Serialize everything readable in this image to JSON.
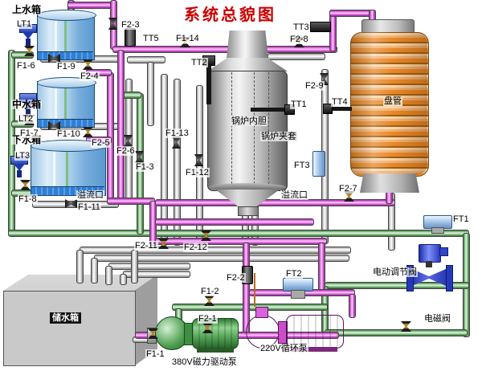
{
  "title": "系统总貌图",
  "colors": {
    "title": "#cc0000",
    "hot_pipe": "#ee7bee",
    "cold_pipe": "#8cc48c",
    "gray_pipe": "#cfcfcf",
    "tank_fill": "#7fb3e0",
    "coil_fill": "#ef9440",
    "pump_380v": "#3aa53a",
    "pump_220v": "#e35ae3",
    "valve_blue": "#2e3fd0"
  },
  "vessels": {
    "upper_tank": {
      "label": "上水箱",
      "level_tag": "LT1"
    },
    "middle_tank": {
      "label": "中水箱",
      "level_tag": "LT2"
    },
    "lower_tank": {
      "label": "下水箱",
      "level_tag": "LT3"
    },
    "storage_tank": {
      "label": "储水箱"
    },
    "boiler": {
      "inner_label": "锅炉内胆",
      "jacket_label": "锅炉夹套"
    },
    "coil": {
      "label": "盘管"
    },
    "overflow_left": "溢流口",
    "overflow_right": "溢流口"
  },
  "pumps": {
    "drive_pump": "380V磁力驱动泵",
    "circulation_pump": "220V循环泵"
  },
  "actuated_valves": {
    "electric_regulating_valve": "电动调节阀",
    "solenoid_valve": "电磁阀"
  },
  "instruments": {
    "tt1": "TT1",
    "tt2": "TT2",
    "tt3": "TT3",
    "tt4": "TT4",
    "tt5": "TT5",
    "ft1": "FT1",
    "ft2": "FT2",
    "ft3": "FT3"
  },
  "valves": {
    "f1_1": "F1-1",
    "f1_2": "F1-2",
    "f1_3": "F1-3",
    "f1_6": "F1-6",
    "f1_7": "F1-7",
    "f1_8": "F1-8",
    "f1_9": "F1-9",
    "f1_10": "F1-10",
    "f1_11": "F1-11",
    "f1_12": "F1-12",
    "f1_13": "F1-13",
    "f1_14": "F1-14",
    "f2_1": "F2-1",
    "f2_2": "F2-2",
    "f2_3": "F2-3",
    "f2_4": "F2-4",
    "f2_5": "F2-5",
    "f2_6": "F2-6",
    "f2_7": "F2-7",
    "f2_8": "F2-8",
    "f2_9": "F2-9",
    "f2_11": "F2-11",
    "f2_12": "F2-12"
  }
}
